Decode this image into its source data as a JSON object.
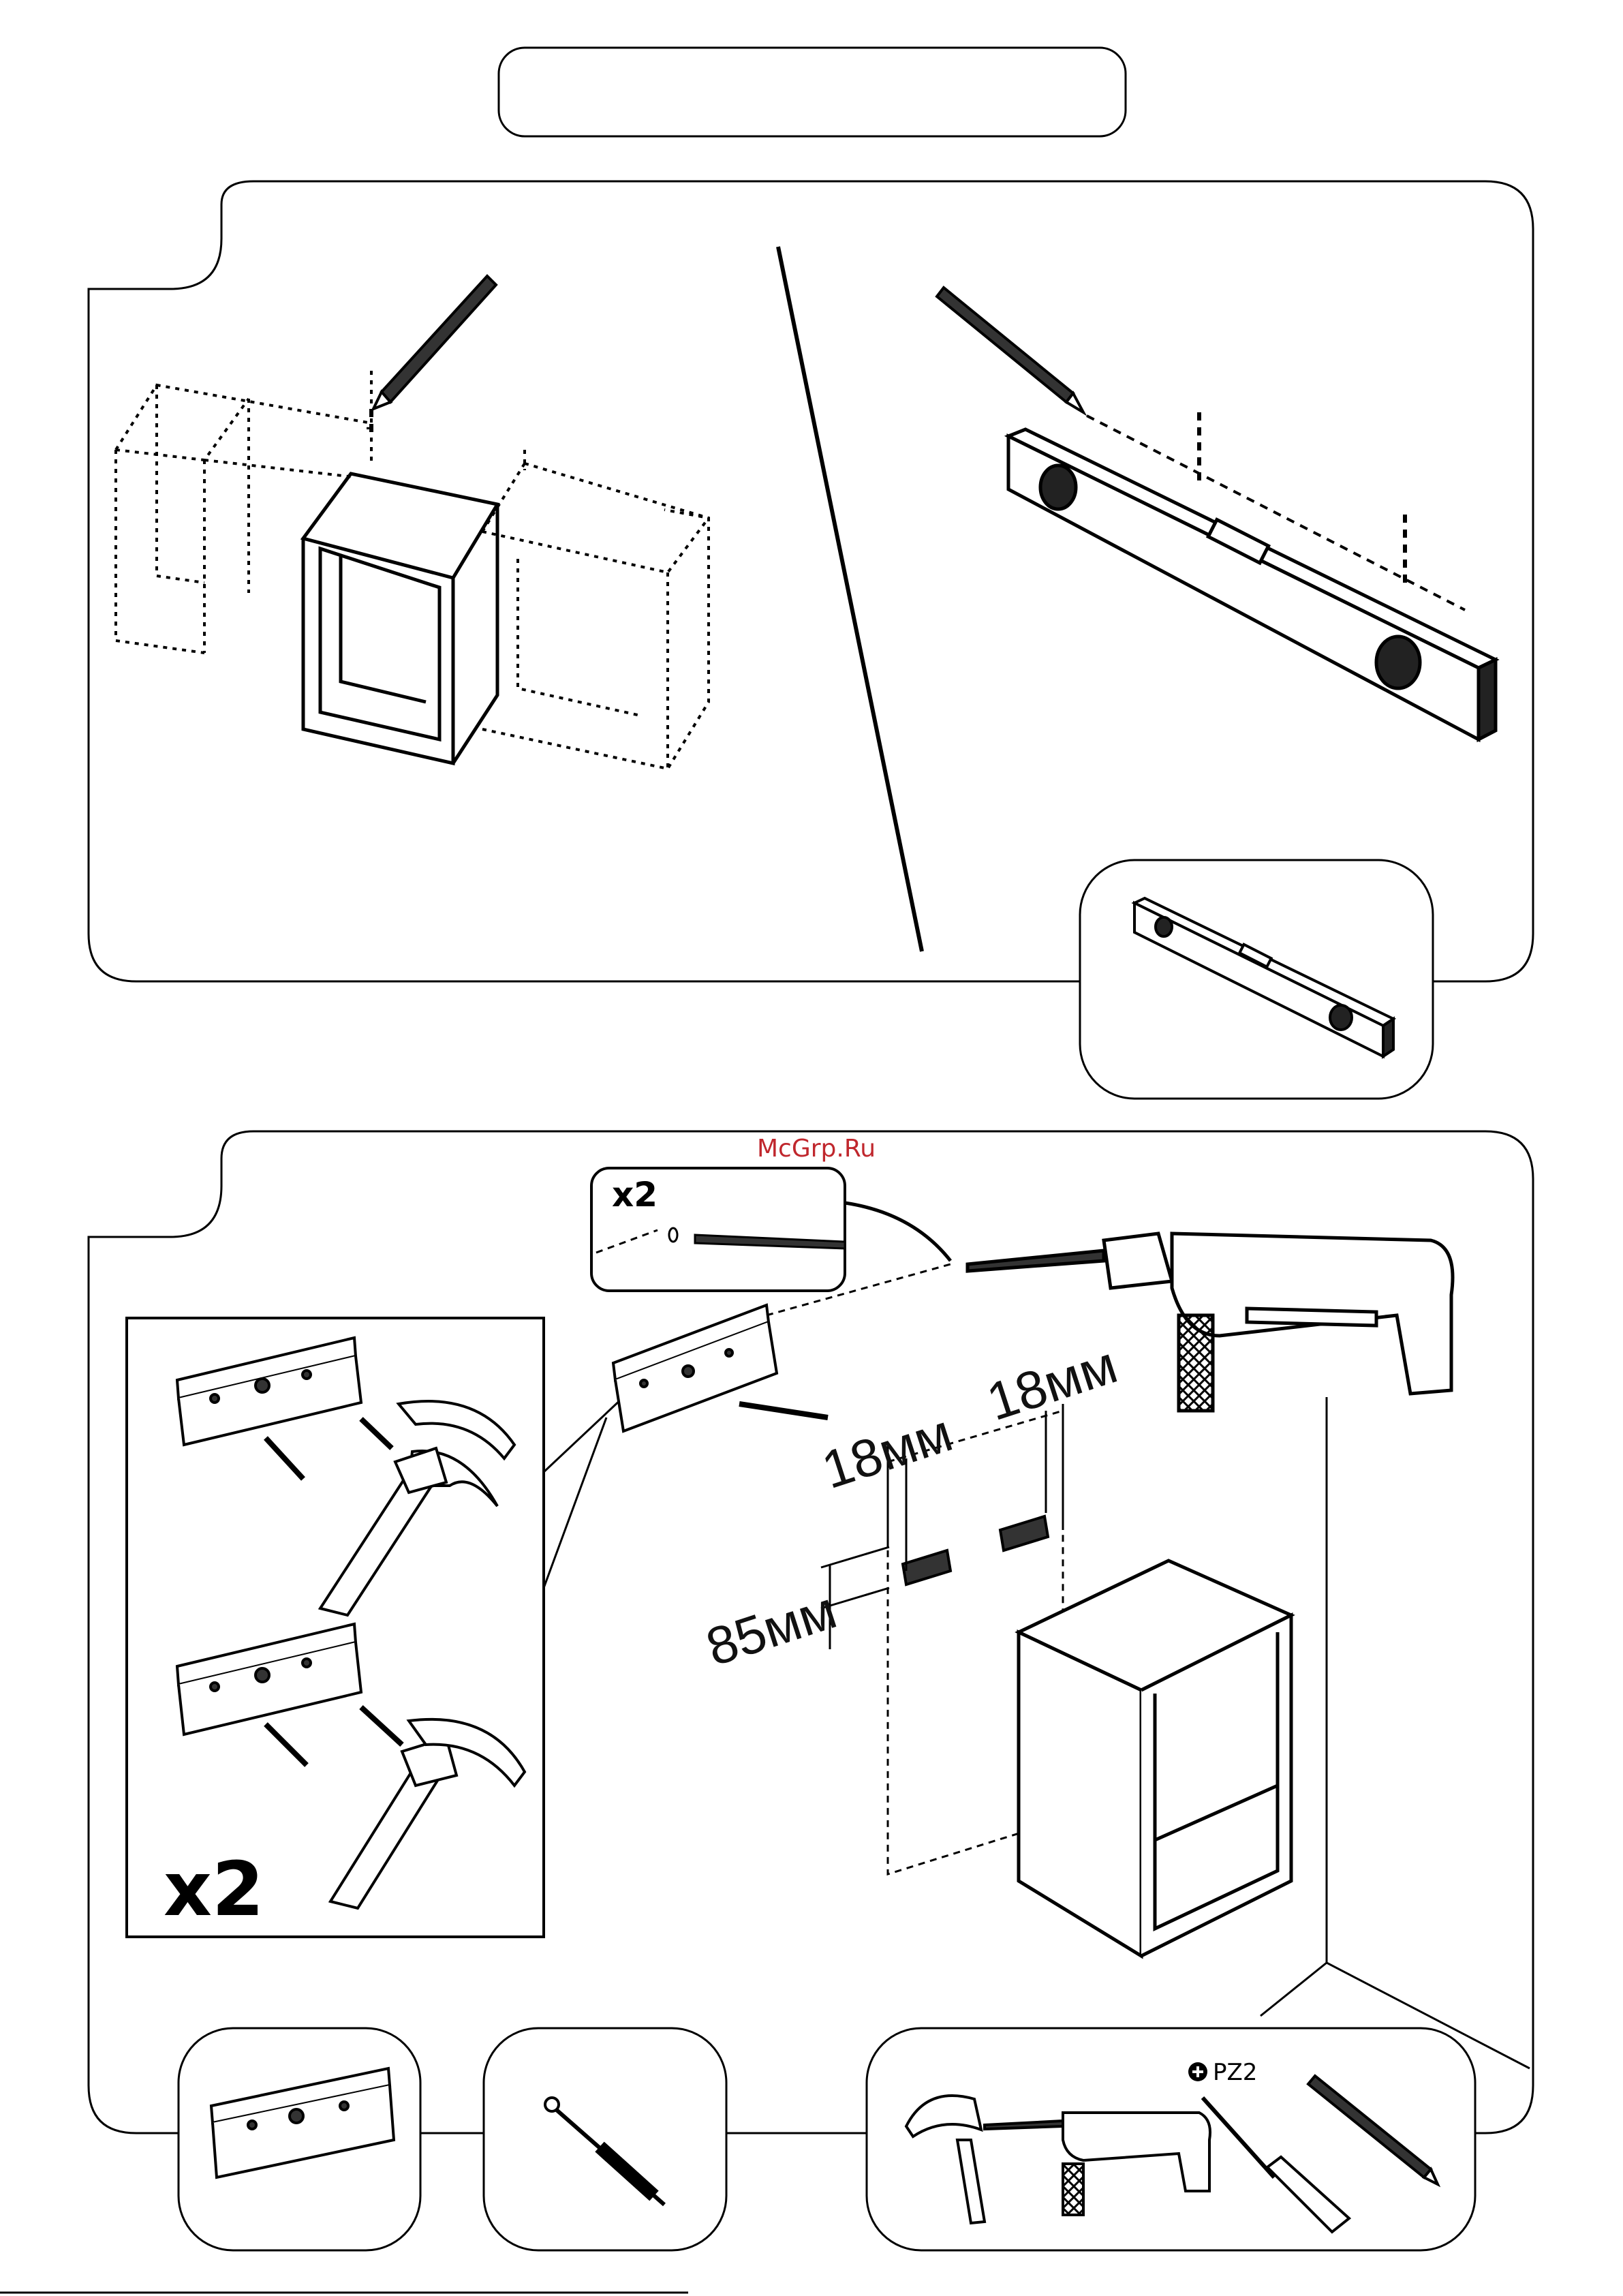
{
  "header": {
    "title": ""
  },
  "watermark": "McGrp.Ru",
  "step1": {
    "tool_panel": {
      "tool_name": "spirit-level-icon"
    }
  },
  "step2": {
    "drill_bit_callout": {
      "quantity": "x2"
    },
    "hammer_inset": {
      "quantity": "x2"
    },
    "dimensions": {
      "left_offset": "18мм",
      "right_offset": "18мм",
      "vertical_offset": "85мм"
    },
    "parts": [
      {
        "name": "hanging-rail-icon"
      },
      {
        "name": "wall-plug-screw-icon"
      }
    ],
    "tools": {
      "screwdriver_bit": "PZ2",
      "items": [
        "hammer-icon",
        "drill-icon",
        "screwdriver-icon",
        "pencil-icon"
      ]
    }
  }
}
